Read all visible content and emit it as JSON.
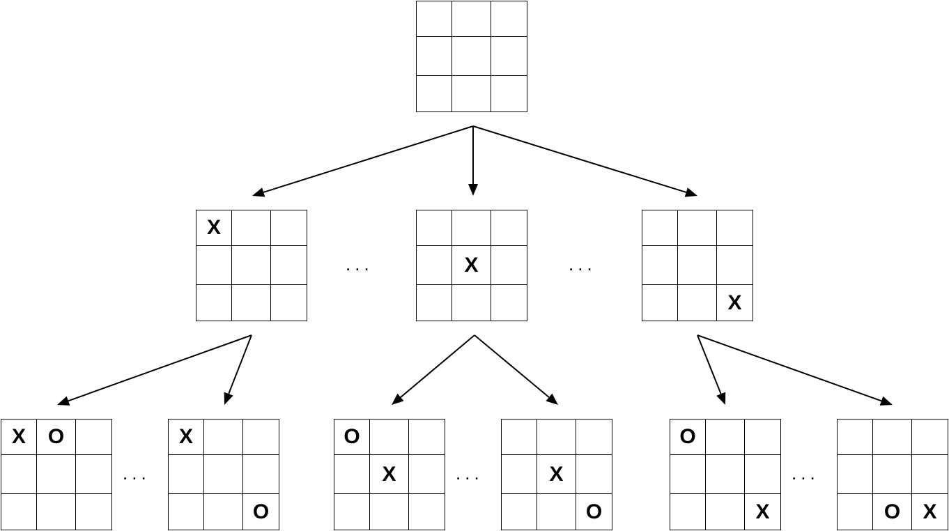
{
  "colors": {
    "line": "#000000",
    "background": "#ffffff"
  },
  "ellipsis": "...",
  "boards": [
    {
      "id": "root",
      "cells": [
        "",
        "",
        "",
        "",
        "",
        "",
        "",
        "",
        ""
      ]
    },
    {
      "id": "l1-a",
      "cells": [
        "X",
        "",
        "",
        "",
        "",
        "",
        "",
        "",
        ""
      ]
    },
    {
      "id": "l1-b",
      "cells": [
        "",
        "",
        "",
        "",
        "X",
        "",
        "",
        "",
        ""
      ]
    },
    {
      "id": "l1-c",
      "cells": [
        "",
        "",
        "",
        "",
        "",
        "",
        "",
        "",
        "X"
      ]
    },
    {
      "id": "l2-a",
      "cells": [
        "X",
        "O",
        "",
        "",
        "",
        "",
        "",
        "",
        ""
      ]
    },
    {
      "id": "l2-b",
      "cells": [
        "X",
        "",
        "",
        "",
        "",
        "",
        "",
        "",
        "O"
      ]
    },
    {
      "id": "l2-c",
      "cells": [
        "O",
        "",
        "",
        "",
        "X",
        "",
        "",
        "",
        ""
      ]
    },
    {
      "id": "l2-d",
      "cells": [
        "",
        "",
        "",
        "",
        "X",
        "",
        "",
        "",
        "O"
      ]
    },
    {
      "id": "l2-e",
      "cells": [
        "O",
        "",
        "",
        "",
        "",
        "",
        "",
        "",
        "X"
      ]
    },
    {
      "id": "l2-f",
      "cells": [
        "",
        "",
        "",
        "",
        "",
        "",
        "",
        "O",
        "X"
      ]
    }
  ]
}
